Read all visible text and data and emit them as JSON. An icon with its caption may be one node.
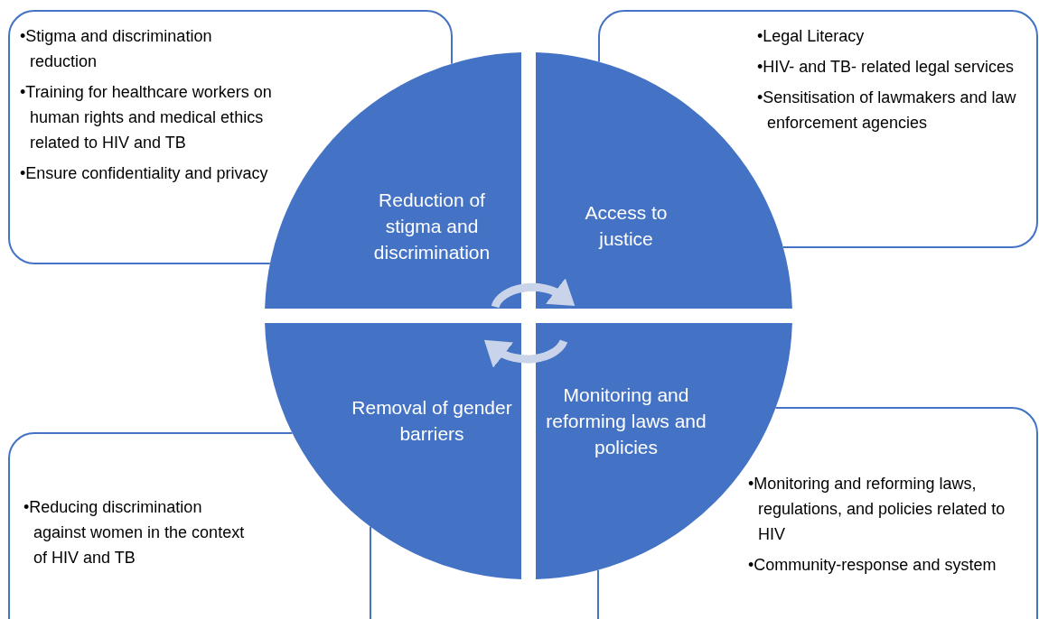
{
  "diagram": {
    "nodes": [
      {
        "text": [
          "•Stigma and discrimination reduction",
          "•Training for healthcare workers on human rights and medical ethics related to HIV and TB",
          "•Ensure confidentiality and privacy"
        ]
      },
      {
        "text": [
          "•Legal Literacy",
          "•HIV- and TB- related legal services",
          "•Sensitisation of lawmakers and law enforcement agencies"
        ]
      },
      {
        "text": [
          "•Reducing discrimination against women in the context of HIV and TB"
        ]
      },
      {
        "text": [
          "•Monitoring and reforming laws, regulations, and policies related to HIV",
          "•Community-response and system"
        ]
      },
      {
        "text": [
          "Reduction of stigma and discrimination"
        ]
      },
      {
        "text": [
          "Access to justice"
        ]
      },
      {
        "text": [
          "Removal of gender barriers"
        ]
      },
      {
        "text": [
          "Monitoring and reforming laws and policies"
        ]
      }
    ],
    "edges": [
      {
        "from": 4,
        "to": 5,
        "arrow": "to"
      },
      {
        "from": 7,
        "to": 6,
        "arrow": "to"
      }
    ]
  }
}
